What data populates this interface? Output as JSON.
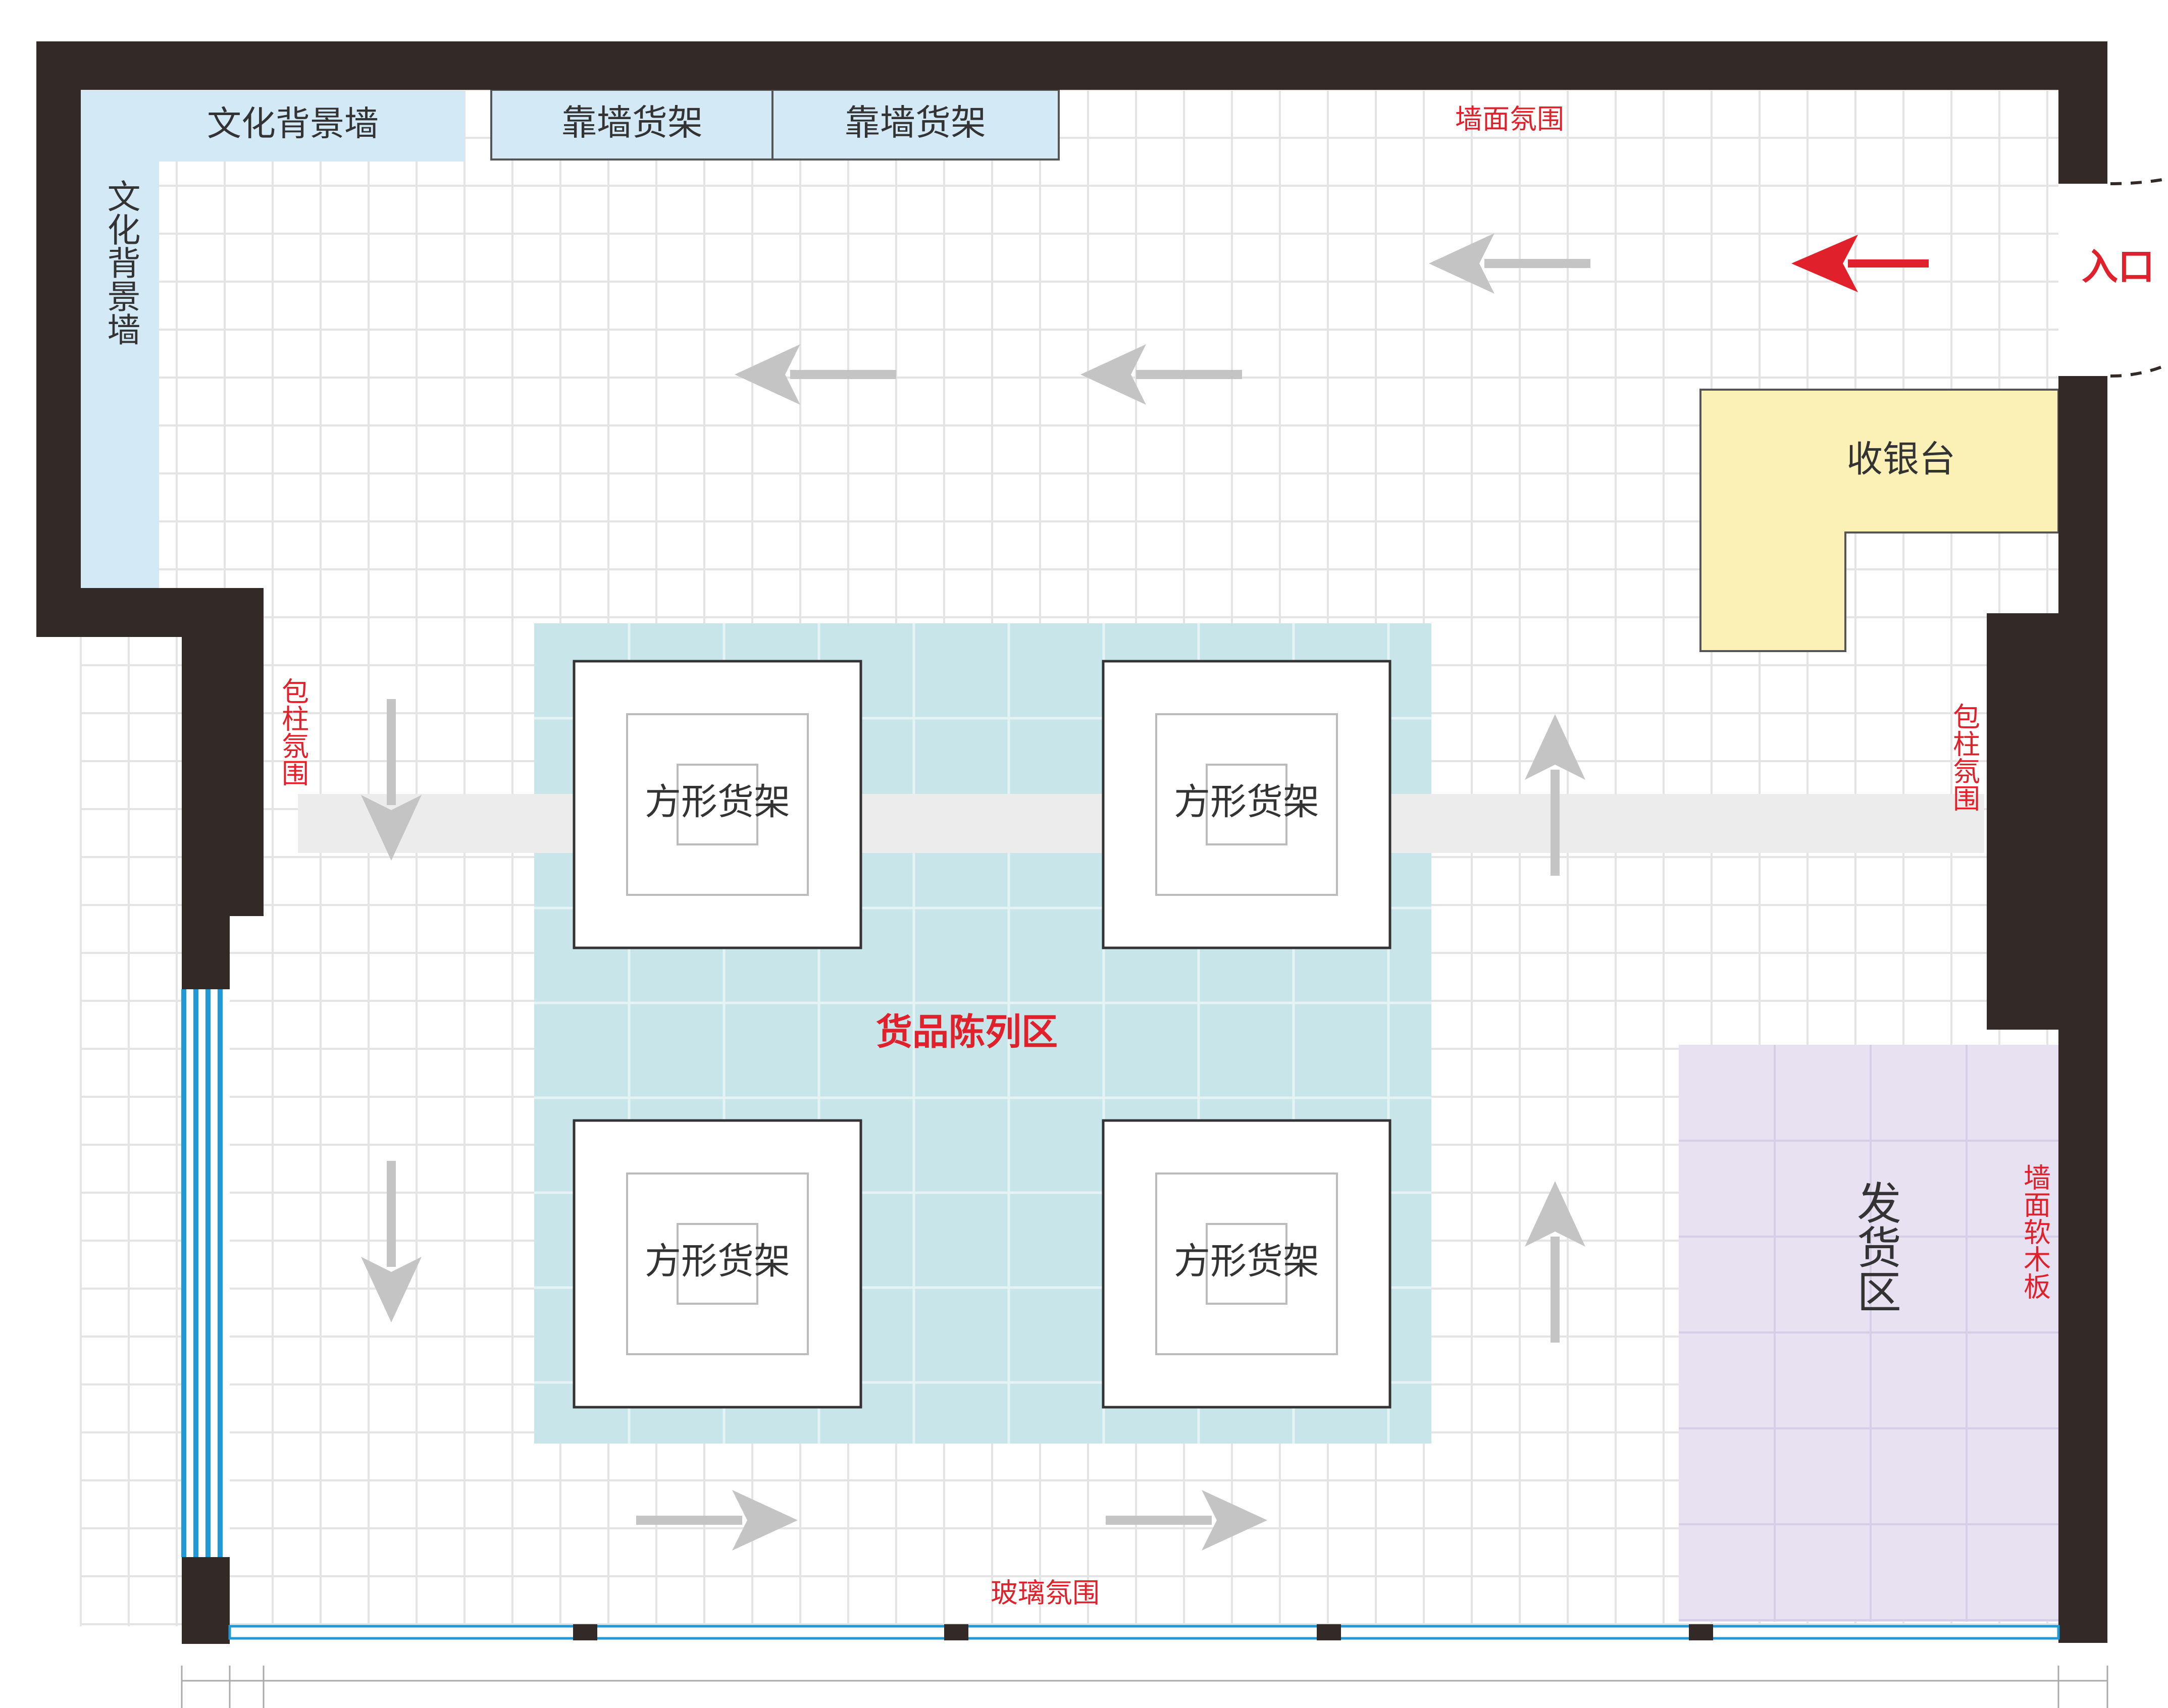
{
  "labels": {
    "culture_wall_top": "文化背景墙",
    "culture_wall_left": "文化背景墙",
    "wall_shelf_1": "靠墙货架",
    "wall_shelf_2": "靠墙货架",
    "wall_atmosphere_top": "墙面氛围",
    "entrance": "入口",
    "cashier": "收银台",
    "column_atmosphere_left": "包柱氛围",
    "column_atmosphere_right": "包柱氛围",
    "square_shelf": "方形货架",
    "display_zone": "货品陈列区",
    "shipping_zone": "发货区",
    "cork_board": "墙面软木板",
    "glass_atmosphere": "玻璃氛围"
  },
  "colors": {
    "wall": "#332a28",
    "grid_line": "#e4e4e4",
    "culture_wall": "#d4e9f6",
    "wall_shelf": "#d4e9f6",
    "display_zone": "#c8e6ea",
    "cashier": "#fbf1b6",
    "shipping_zone": "#e7e1f1",
    "aisle_band": "#ececec",
    "flow_arrow": "#c4c4c4",
    "entrance_arrow": "#e0202a",
    "annotation_red": "#e0202a",
    "glass_blue": "#1f9ad6"
  }
}
